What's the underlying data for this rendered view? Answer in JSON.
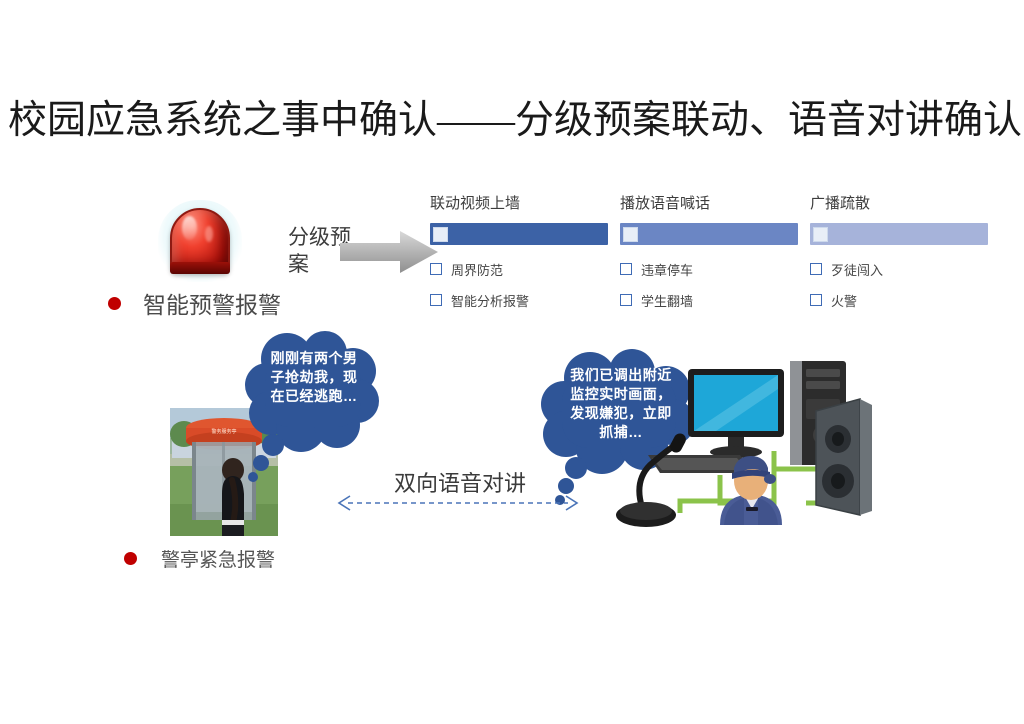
{
  "slide": {
    "title": "校园应急系统之事中确认——分级预案联动、语音对讲确认",
    "background_color": "#ffffff"
  },
  "alert_source": {
    "icon": "red-alarm-beacon-icon",
    "bullet_color": "#c00000",
    "label": "智能预警报警"
  },
  "plan_arrow": {
    "label": "分级预案",
    "icon": "right-arrow-icon",
    "color": "#a6a6a6"
  },
  "response_panel": {
    "columns": [
      {
        "title": "联动视频上墙",
        "bar_color": "#3c62a6",
        "items": [
          "周界防范",
          "智能分析报警"
        ]
      },
      {
        "title": "播放语音喊话",
        "bar_color": "#6b86c4",
        "items": [
          "违章停车",
          "学生翻墙"
        ]
      },
      {
        "title": "广播疏散",
        "bar_color": "#a6b3da",
        "items": [
          "歹徒闯入",
          "火警"
        ]
      }
    ]
  },
  "scene": {
    "photo_caption": "警亭紧急报警",
    "photo_bullet_color": "#c00000",
    "bubble_color": "#2f5597",
    "caller_bubble": "刚刚有两个男子抢劫我，现在已经逃跑…",
    "operator_bubble": "我们已调出附近监控实时画面，发现嫌犯，立即抓捕…",
    "twoway_label": "双向语音对讲",
    "twoway_arrow_color": "#4a74b8",
    "cable_color": "#8bc34a",
    "icons": {
      "computer": "desktop-computer-icon",
      "microphone": "gooseneck-microphone-icon",
      "officer": "police-officer-avatar-icon",
      "speaker": "loudspeaker-icon",
      "booth_photo": "police-booth-photo"
    }
  }
}
